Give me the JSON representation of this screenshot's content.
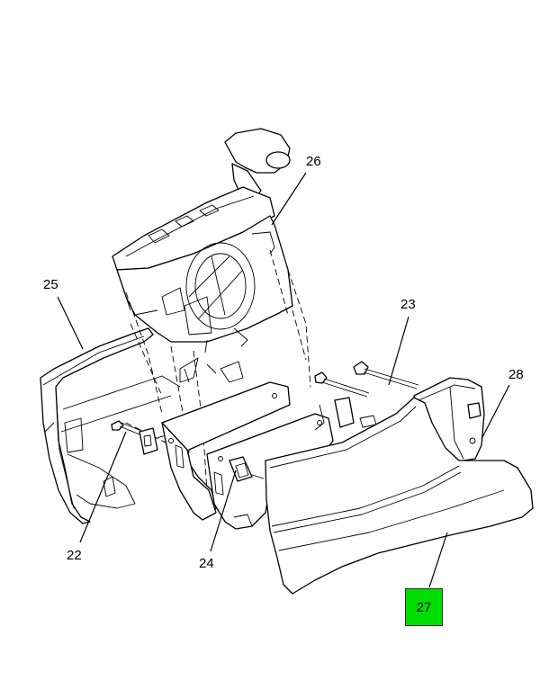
{
  "callouts": {
    "c22": "22",
    "c23": "23",
    "c24": "24",
    "c25": "25",
    "c26": "26",
    "c27": "27",
    "c28": "28"
  },
  "highlight": {
    "label": "27",
    "color": "#00dd00"
  }
}
